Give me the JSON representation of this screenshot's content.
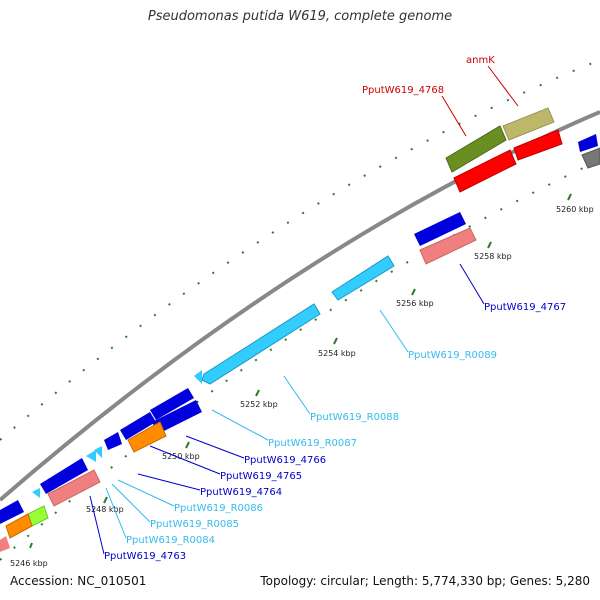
{
  "title": "Pseudomonas putida W619, complete genome",
  "accession": "Accession: NC_010501",
  "stats": "Topology: circular; Length: 5,774,330 bp; Genes: 5,280",
  "colors": {
    "backbone": "#888888",
    "tick": "#2e7d2e",
    "blue": "#0000dd",
    "cyan": "#33ccff",
    "pink": "#f08080",
    "red": "#ff0000",
    "olive": "#6b8e23",
    "khaki": "#bdb76b",
    "orange": "#ff8c00",
    "lime": "#99ff33",
    "gray": "#777777",
    "label_red": "#cc0000",
    "label_blue": "#0000cc",
    "label_cyan": "#33bbee"
  },
  "ticks": [
    "5246 kbp",
    "5248 kbp",
    "5250 kbp",
    "5252 kbp",
    "5254 kbp",
    "5256 kbp",
    "5258 kbp",
    "5260 kbp"
  ],
  "labels": [
    {
      "text": "anmK",
      "color": "red"
    },
    {
      "text": "PputW619_4768",
      "color": "red"
    },
    {
      "text": "PputW619_4767",
      "color": "blue"
    },
    {
      "text": "PputW619_R0089",
      "color": "cyan"
    },
    {
      "text": "PputW619_R0088",
      "color": "cyan"
    },
    {
      "text": "PputW619_R0087",
      "color": "cyan"
    },
    {
      "text": "PputW619_4766",
      "color": "blue"
    },
    {
      "text": "PputW619_4765",
      "color": "blue"
    },
    {
      "text": "PputW619_4764",
      "color": "blue"
    },
    {
      "text": "PputW619_R0086",
      "color": "cyan"
    },
    {
      "text": "PputW619_R0085",
      "color": "cyan"
    },
    {
      "text": "PputW619_R0084",
      "color": "cyan"
    },
    {
      "text": "PputW619_4763",
      "color": "blue"
    }
  ]
}
